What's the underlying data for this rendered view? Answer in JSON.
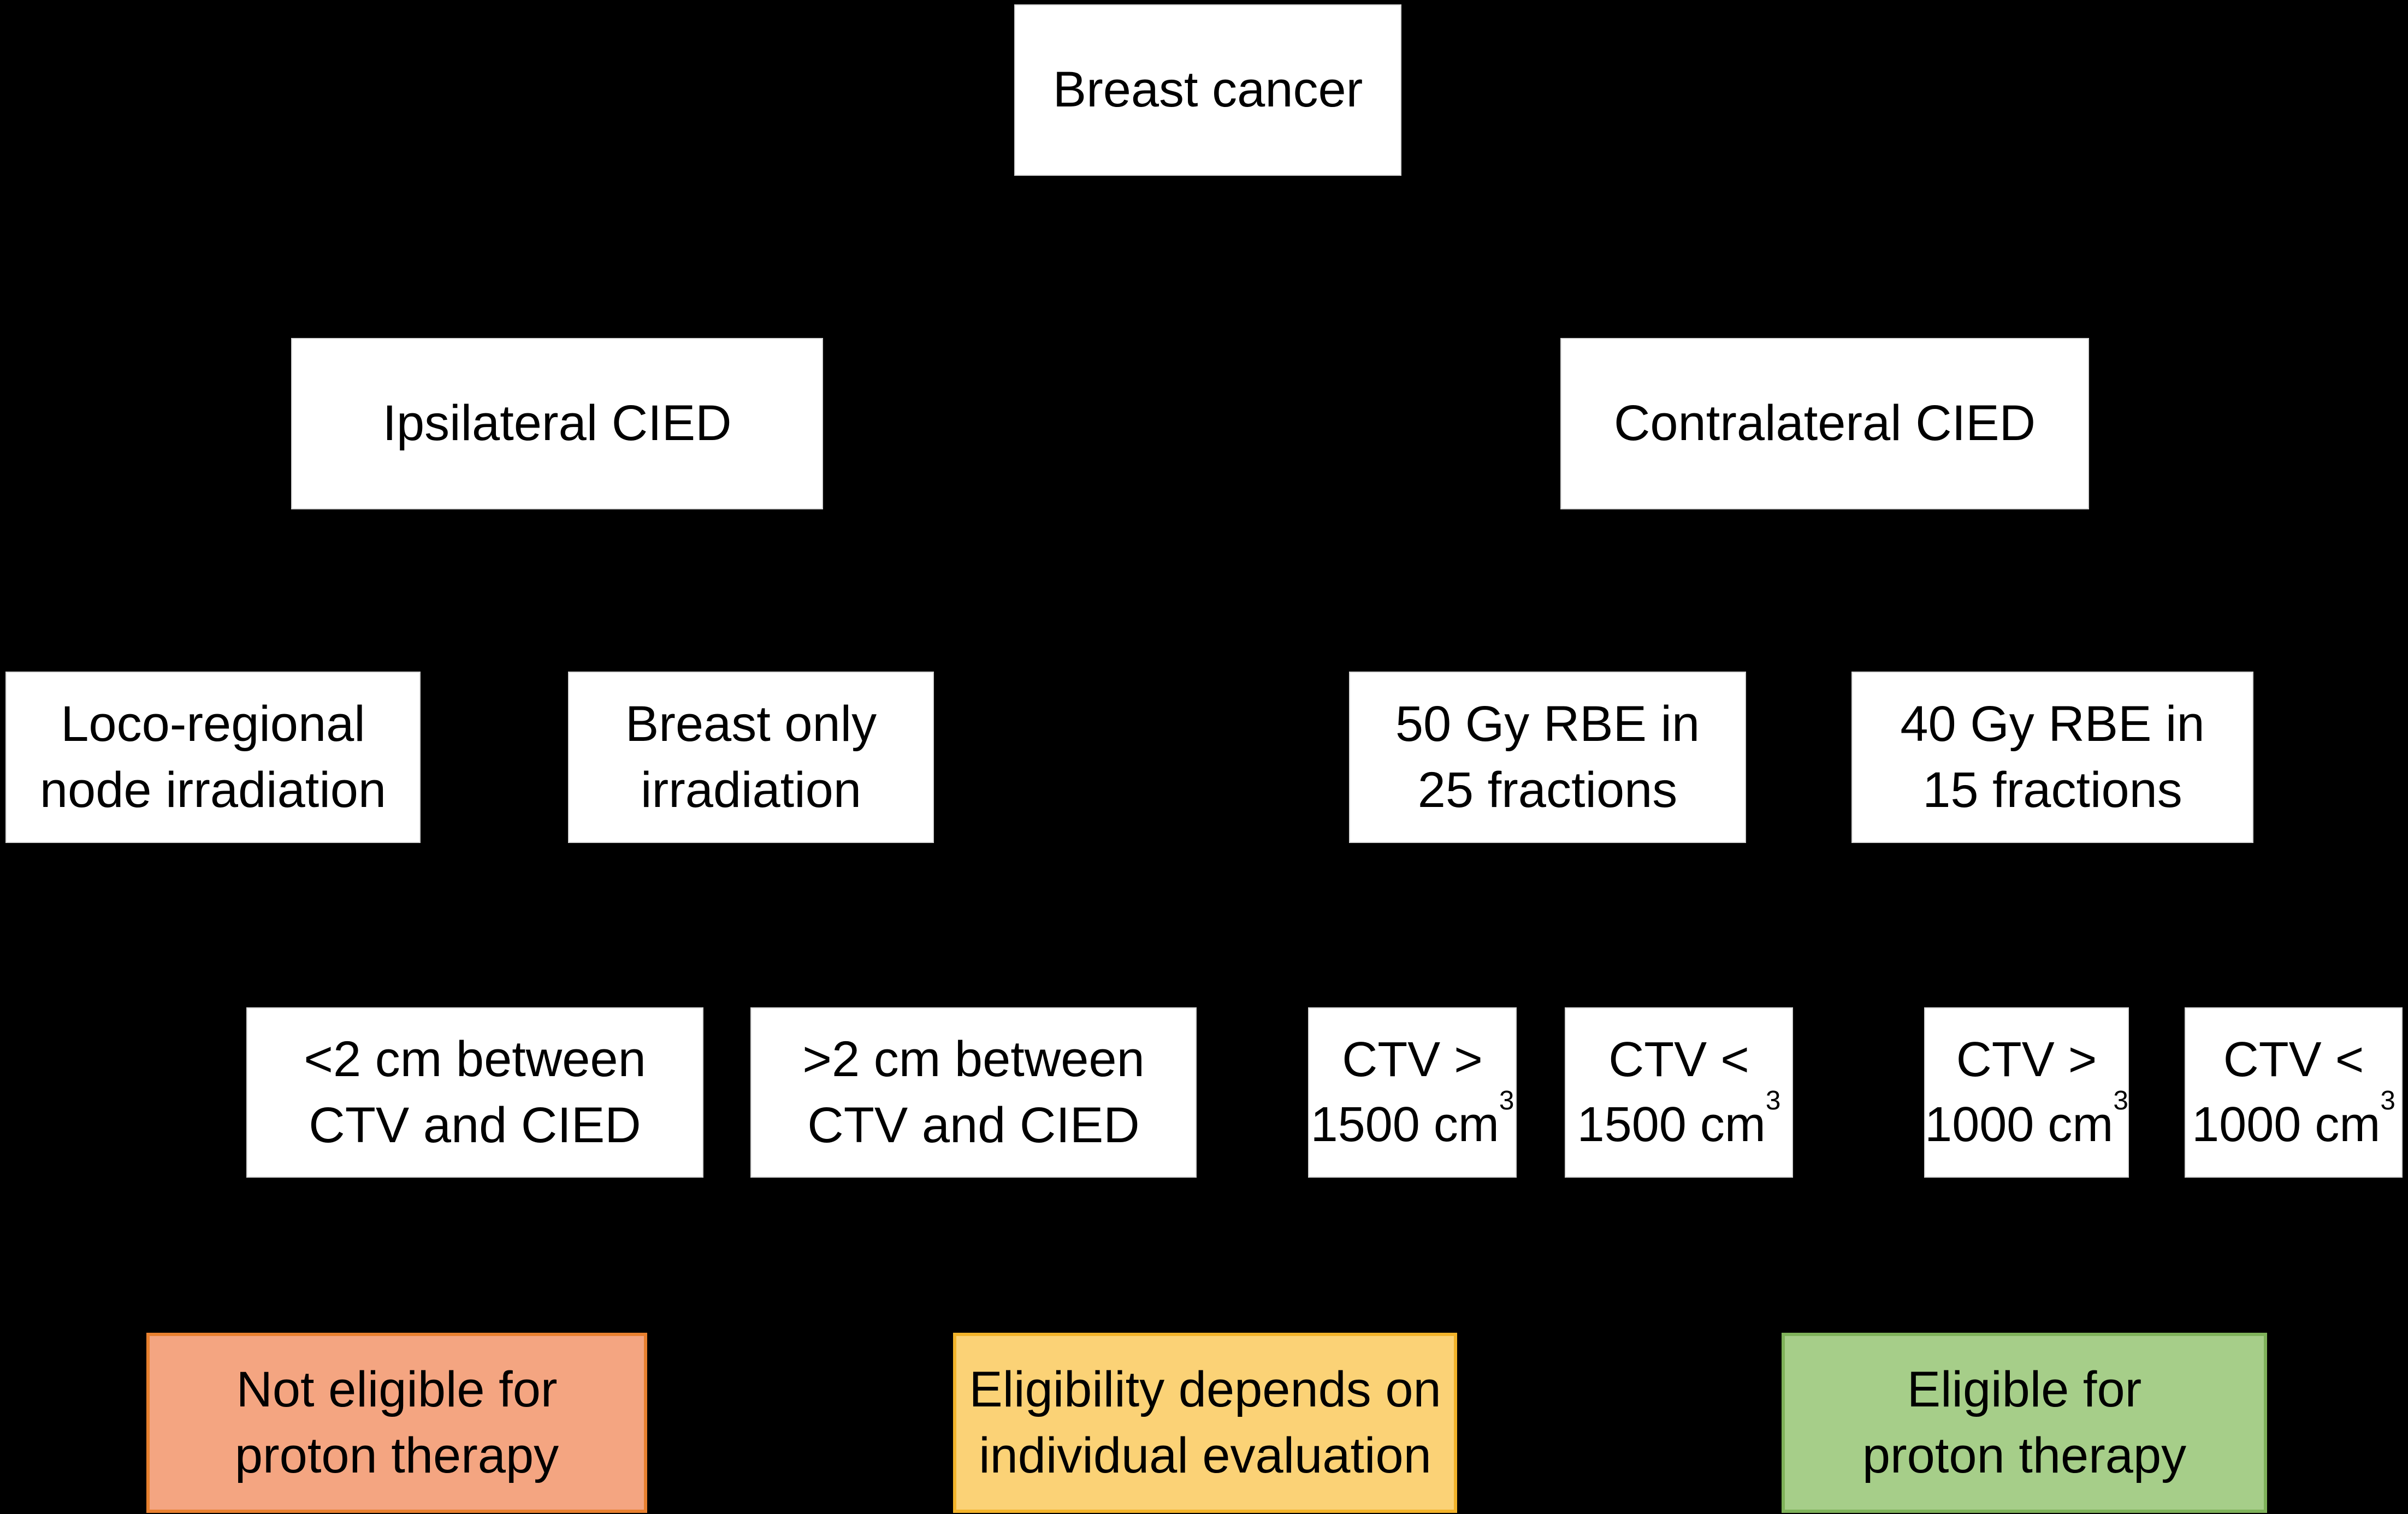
{
  "figure": {
    "background_color": "#000000",
    "box_fill_color": "#FFFFFF",
    "text_color": "#000000",
    "outcome_colors": {
      "not_eligible_fill": "#F4A581",
      "not_eligible_border": "#E8802F",
      "individual_evaluation_fill": "#FBD276",
      "individual_evaluation_border": "#F2B32A",
      "eligible_fill": "#A6CE89",
      "eligible_border": "#7FB25A"
    }
  },
  "nodes": {
    "breast_cancer": {
      "label": "Breast cancer"
    },
    "ipsilateral_cied": {
      "label": "Ipsilateral CIED"
    },
    "contralateral_cied": {
      "label": "Contralateral CIED"
    },
    "loco_regional": {
      "line1": "Loco-regional",
      "line2": "node irradiation"
    },
    "breast_only": {
      "line1": "Breast only",
      "line2": "irradiation"
    },
    "gy50": {
      "line1": "50 Gy RBE in",
      "line2": "25 fractions"
    },
    "gy40": {
      "line1": "40 Gy RBE in",
      "line2": "15 fractions"
    },
    "lt2cm": {
      "line1": "<2 cm between",
      "line2": "CTV and CIED"
    },
    "gt2cm": {
      "line1": ">2 cm between",
      "line2": "CTV and CIED"
    },
    "ctv_gt_1500": {
      "line1": "CTV >",
      "line2": "1500 cm",
      "sup": "3"
    },
    "ctv_lt_1500": {
      "line1": "CTV <",
      "line2": "1500 cm",
      "sup": "3"
    },
    "ctv_gt_1000": {
      "line1": "CTV >",
      "line2": "1000 cm",
      "sup": "3"
    },
    "ctv_lt_1000": {
      "line1": "CTV <",
      "line2": "1000 cm",
      "sup": "3"
    },
    "not_eligible": {
      "line1": "Not eligible for",
      "line2": "proton therapy"
    },
    "individual_evaluation": {
      "line1": "Eligibility depends on",
      "line2": "individual evaluation"
    },
    "eligible": {
      "line1": "Eligible for",
      "line2": "proton therapy"
    }
  }
}
